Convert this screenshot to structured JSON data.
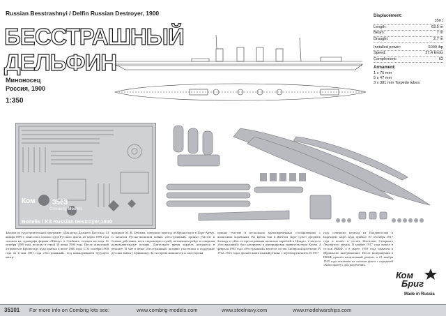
{
  "header": {
    "title_en": "Russian Besstrashnyi / Delfin  Russian Destroyer, 1900",
    "title_ru_line1": "БЕССТРАШНЫЙ",
    "title_ru_line2": "ДЕЛЬФИН",
    "subtitle_ru_line1": "Миноносец",
    "subtitle_ru_line2": "Россия, 1900",
    "scale": "1:350"
  },
  "specs": {
    "displacement_heading": "Displacement:",
    "displacement": "350 t",
    "length_label": "Length:",
    "length": "63.5 m",
    "beam_label": "Beam:",
    "beam": "7 m",
    "draught_label": "Draught:",
    "draught": "2.7 m",
    "power_label": "Installed power:",
    "power": "6000 ihp",
    "speed_label": "Speed:",
    "speed": "27.4 knots",
    "complement_label": "Complement:",
    "complement": "62",
    "armament_heading": "Armament:",
    "arm1": "1 x 75 mm",
    "arm2": "5 x 47 mm",
    "arm3": "3 x 381 mm Torpedo tubes"
  },
  "photoetch": {
    "number": "3563",
    "brand": "Combrig Models",
    "caption": "Boitelis / Kit  Russian Destroyer,1900"
  },
  "prose": {
    "col1": "Заказан по судостроительной программе «Для нужд Дальнего Востока» 13 января 1899 г. зачислен в списки судов Русского флота, 25 марта 1899 года заложен на судоверфи фирмы «Шихау» в Эльбинге, спущен на воду 11 октября 1899 года, вступил в строй 30 июня 1900 года. После испытаний отправлен в Кронштадт, куда прибыл в июле 1900 года; С 31 октября 1900 года по 6 мая 1901 года «бесстрашный», под командованием будущего контр-",
    "col2": "адмирала М. В. Бубнова, совершил переход из Кронштадта в Порт-Артур. С началом Русско-японской войны «бесстрашный» принял участие в боевых действиях, неся сторожевую службу на внешнем рейде и совершая разведывательные походы. Длительное время корабль находился в ремонте. В мае в июне «бесстрашный» активно участвовал в поддержке русских войск у Цзиньчжоу. За это время миноносец и сам сторона",
    "col3": "принял участие в нескольких кратковременных столкновениях с японскими кораблями. Во время боя в Жёлтом море сумел прорвать блокаду и уйти от преследования японских кораблей в Циндао. 2 августа «бесстрашный» был разоружен и интернирован правительством Китая. 4 февраля 1905 года «бесстрашный» вошёл в состав Сибирской флотилии. В 1912–1913 годах прошёл капитальный ремонт с перевооружением. В 1917",
    "col4": "году совершил переход из Владивостока в Баренцево море, куда прибыл 10 сентября 1917 года и вошёл в состав Флотилии Северного Ледовитого океана. В ноябре 1917 года вошёл в состав РККФ, а в марте 1918 года захвачен в Мурманске интервентами. После возвращения в РККФ прошёл капитальный ремонт, а 21 ноября 1925 года исключён из списков флота с передачей «Комсофлоту» для разделения."
  },
  "logo": {
    "brand_line1": "Ком",
    "brand_line2": "Бриг",
    "made_in": "Made in Russia"
  },
  "footer": {
    "code": "35101",
    "text": "For more info on Combrig kits see:",
    "url1": "www.combrig-models.com",
    "url2": "www.steelnavy.com",
    "url3": "www.modelwarships.com"
  },
  "colors": {
    "resin": "#b9babf",
    "sheet": "#d0d1d5",
    "footer": "#d6d7dc"
  }
}
